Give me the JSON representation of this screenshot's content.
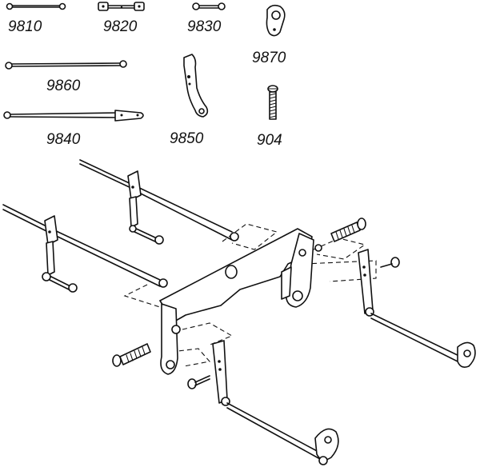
{
  "parts": {
    "p9810": "9810",
    "p9820": "9820",
    "p9830": "9830",
    "p9870": "9870",
    "p9860": "9860",
    "p9840": "9840",
    "p9850": "9850",
    "p904": "904"
  },
  "colors": {
    "line": "#111111",
    "background": "#ffffff"
  }
}
